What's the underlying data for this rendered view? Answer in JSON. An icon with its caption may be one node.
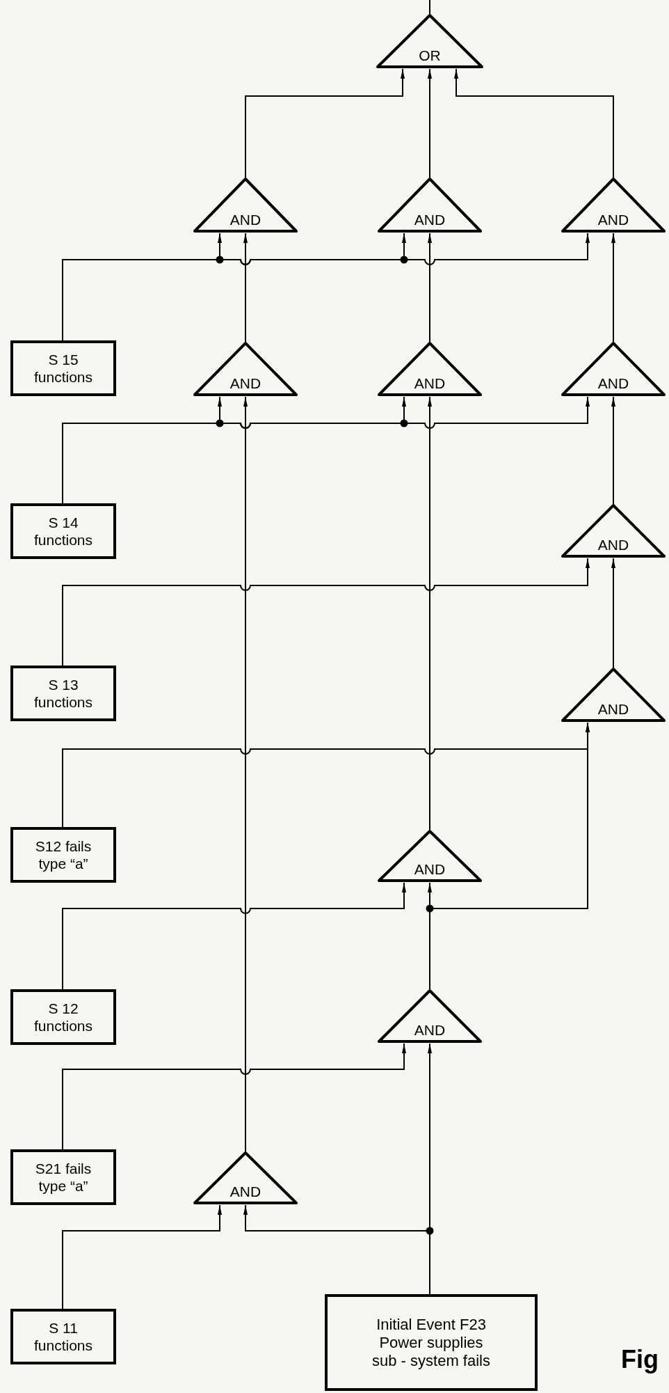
{
  "diagram": {
    "nodes": [
      {
        "text": [
          "OR"
        ]
      },
      {
        "text": [
          "AND"
        ]
      },
      {
        "text": [
          "AND"
        ]
      },
      {
        "text": [
          "AND"
        ]
      },
      {
        "text": [
          "S 15 functions"
        ]
      },
      {
        "text": [
          "AND"
        ]
      },
      {
        "text": [
          "AND"
        ]
      },
      {
        "text": [
          "AND"
        ]
      },
      {
        "text": [
          "S 14 functions"
        ]
      },
      {
        "text": [
          "AND"
        ]
      },
      {
        "text": [
          "S 13 functions"
        ]
      },
      {
        "text": [
          "AND"
        ]
      },
      {
        "text": [
          "S12 fails type “a”"
        ]
      },
      {
        "text": [
          "AND"
        ]
      },
      {
        "text": [
          "S 12 functions"
        ]
      },
      {
        "text": [
          "AND"
        ]
      },
      {
        "text": [
          "S21 fails type “a”"
        ]
      },
      {
        "text": [
          "AND"
        ]
      },
      {
        "text": [
          "S 11 functions"
        ]
      },
      {
        "text": [
          "Initial Event F23",
          "Power supplies sub - system fails"
        ]
      }
    ],
    "edges": [
      {
        "from": 0,
        "to": null,
        "arrow": "none"
      },
      {
        "from": 1,
        "to": 0,
        "arrow": "to"
      },
      {
        "from": 2,
        "to": 0,
        "arrow": "to"
      },
      {
        "from": 3,
        "to": 0,
        "arrow": "to"
      },
      {
        "from": 4,
        "to": 1,
        "arrow": "to"
      },
      {
        "from": 4,
        "to": 2,
        "arrow": "to"
      },
      {
        "from": 4,
        "to": 3,
        "arrow": "to"
      },
      {
        "from": 5,
        "to": 1,
        "arrow": "to"
      },
      {
        "from": 6,
        "to": 2,
        "arrow": "to"
      },
      {
        "from": 7,
        "to": 3,
        "arrow": "to"
      },
      {
        "from": 8,
        "to": 5,
        "arrow": "to"
      },
      {
        "from": 8,
        "to": 6,
        "arrow": "to"
      },
      {
        "from": 8,
        "to": 7,
        "arrow": "to"
      },
      {
        "from": 9,
        "to": 7,
        "arrow": "to"
      },
      {
        "from": 10,
        "to": 9,
        "arrow": "to"
      },
      {
        "from": 11,
        "to": 9,
        "arrow": "to"
      },
      {
        "from": 12,
        "to": 11,
        "arrow": "to"
      },
      {
        "from": 13,
        "to": 6,
        "arrow": "to"
      },
      {
        "from": 14,
        "to": 13,
        "arrow": "to"
      },
      {
        "from": 15,
        "to": 13,
        "arrow": "to"
      },
      {
        "from": 15,
        "to": 11,
        "arrow": "to"
      },
      {
        "from": 16,
        "to": 15,
        "arrow": "to"
      },
      {
        "from": 17,
        "to": 5,
        "arrow": "to"
      },
      {
        "from": 18,
        "to": 17,
        "arrow": "to"
      },
      {
        "from": 19,
        "to": 15,
        "arrow": "to"
      },
      {
        "from": 19,
        "to": 17,
        "arrow": "to"
      }
    ],
    "labels": [
      "Fig"
    ]
  }
}
